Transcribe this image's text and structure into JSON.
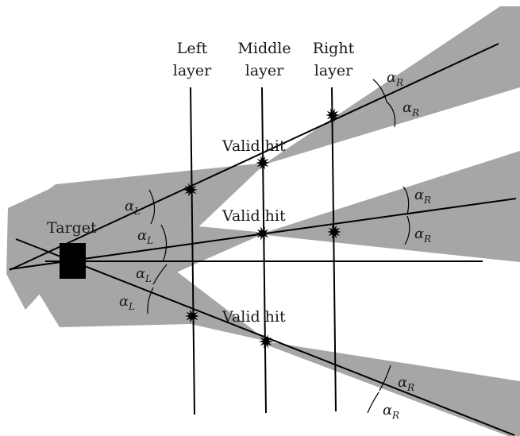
{
  "layers": {
    "left": [
      "Left",
      "layer"
    ],
    "middle": [
      "Middle",
      "layer"
    ],
    "right": [
      "Right",
      "layer"
    ]
  },
  "target_label": "Target",
  "valid_hit_label": "Valid hit",
  "angle_left": {
    "symbol": "α",
    "subscript": "L"
  },
  "angle_right": {
    "symbol": "α",
    "subscript": "R"
  },
  "colors": {
    "cone": "#a6a6a7",
    "line": "#000000",
    "background": "#ffffff"
  }
}
